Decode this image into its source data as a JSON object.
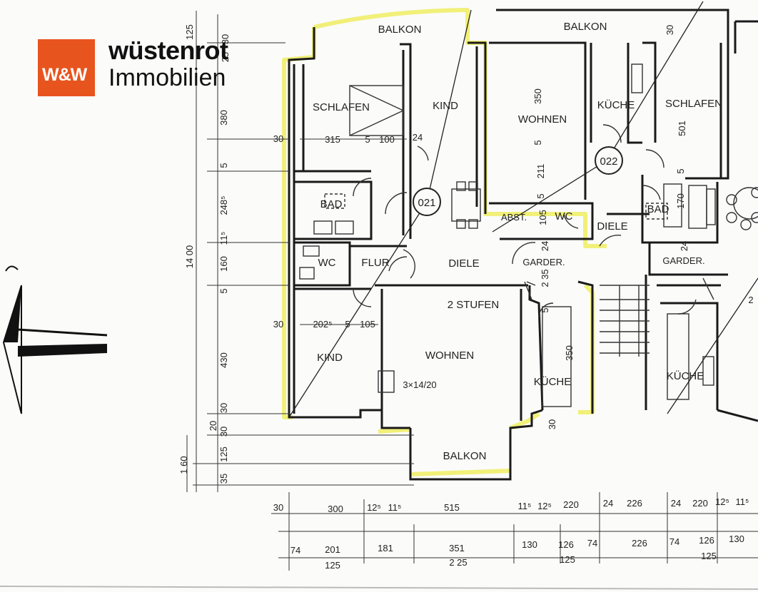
{
  "logo": {
    "mark": "W&W",
    "name_line1": "wüstenrot",
    "name_line2": "Immobilien",
    "brand_color": "#e8541e"
  },
  "rooms": {
    "balkon_top_left": "BALKON",
    "balkon_top_right": "BALKON",
    "schlafen_left": "SCHLAFEN",
    "kind_top": "KIND",
    "wohnen_right": "WOHNEN",
    "kueche_top": "KÜCHE",
    "schlafen_right": "SCHLAFEN",
    "bad_left": "BAD",
    "abst": "ABST.",
    "wc_right": "WC",
    "bad_right": "BAD",
    "wc_left": "WC",
    "flur": "FLUR",
    "diele_left": "DIELE",
    "diele_right": "DIELE",
    "garder_left": "GARDER.",
    "garder_right": "GARDER.",
    "stufen": "2 STUFEN",
    "kind_bottom": "KIND",
    "wohnen_bottom": "WOHNEN",
    "kueche_bottom": "KÜCHE",
    "kueche_far_right": "KÜCHE",
    "balkon_bottom": "BALKON",
    "chimney": "3×14/20"
  },
  "markers": {
    "apt_left": "021",
    "apt_right": "022"
  },
  "dimensions": {
    "vertical_left": [
      "125",
      "30",
      "25",
      "380",
      "5",
      "248⁵",
      "11⁵",
      "160",
      "5",
      "430",
      "30",
      "20",
      "30",
      "125",
      "35"
    ],
    "total_height": "14 00",
    "balkon_depth": "1 60",
    "inner_schlafen": [
      "30",
      "315",
      "5",
      "100",
      "24"
    ],
    "inner_kind": [
      "30",
      "202⁵",
      "5",
      "105"
    ],
    "wohnen_right_v": [
      "350",
      "5",
      "211",
      "5",
      "105"
    ],
    "schlafen_right_v": [
      "30",
      "501",
      "5",
      "170"
    ],
    "garder_v": [
      "24",
      "2 35",
      "5"
    ],
    "kueche_v": [
      "350",
      "30"
    ],
    "bottom_row1": [
      "30",
      "300",
      "12⁵",
      "11⁵",
      "515",
      "11⁵",
      "12⁵",
      "220",
      "24",
      "226",
      "24",
      "220",
      "12⁵",
      "11⁵"
    ],
    "bottom_row2": [
      "74",
      "201",
      "181",
      "351",
      "130",
      "126",
      "74",
      "226",
      "74",
      "126",
      "130"
    ],
    "bottom_row3": [
      "125",
      "2 25",
      "125",
      "125"
    ],
    "right_edge": "2"
  }
}
